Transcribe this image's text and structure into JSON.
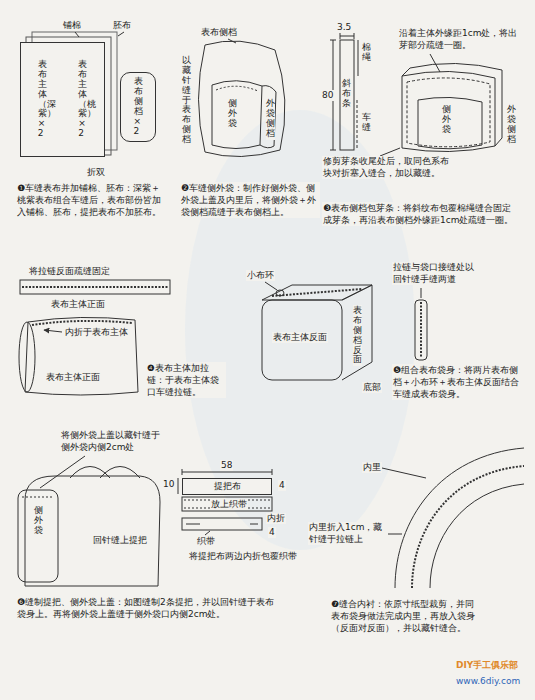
{
  "diagram": {
    "nodes": [
      {
        "text": [
          "表布主体（深紫）×2",
          "表布主体（桃紫）×2"
        ]
      },
      {
        "text": [
          "表布侧档×2"
        ]
      },
      {
        "text": [
          "提把布"
        ]
      }
    ],
    "labels": [
      "铺棉",
      "胚布",
      "折双",
      "❶车缝表布并加铺棉、胚布：深紫＋桃紫表布组合车缝后，表布部份皆加入铺棉、胚布，提把表布不加胚布。",
      "表布侧档",
      "以藏针缝于表布侧档",
      "侧外袋",
      "外袋侧档",
      "❷车缝侧外袋：制作好侧外袋、侧外袋上盖及内里后，将侧外袋＋外袋侧档疏缝于表布侧档上。",
      "3.5",
      "棉绳",
      "80",
      "斜布条",
      "车缝",
      "沿着主体外缘距1cm处，将出芽部分疏缝一圈。",
      "侧外袋",
      "外袋侧档",
      "修剪芽条收尾处后，取同色系布块对折塞入缝合，加以藏缝。",
      "❸表布侧档包芽条：将斜纹布包覆棉绳缝合固定成芽条，再沿表布侧档外缘距1cm处疏缝一圈。",
      "将拉链反面疏缝固定",
      "表布主体正面",
      "内折于表布主体",
      "表布主体正面",
      "❹表布主体加拉链：于表布主体袋口车缝拉链。",
      "拉链与袋口接缝处以回针缝手缝两道",
      "小布环",
      "表布主体反面",
      "表布侧档反面",
      "底部",
      "❺组合表布袋身：将两片表布侧档＋小布环＋表布主体反面结合车缝成表布袋身。",
      "将侧外袋上盖以藏针缝于侧外袋内侧2cm处",
      "侧外袋",
      "回针缝上提把",
      "58",
      "10",
      "4",
      "放上织带",
      "内折",
      "4",
      "织带",
      "将提把布两边内折包覆织带",
      "❻缝制提把、侧外袋上盖：如图缝制2条提把，并以回针缝于表布袋身上。再将侧外袋上盖缝于侧外袋口内侧2cm处。",
      "内里",
      "内里折入1cm，藏针缝于拉链上",
      "❼缝合内衬：依原寸纸型裁剪，并同表布袋身做法完成内里，再放入袋身（反面对反面），并以藏针缝合。",
      "DIY手工俱乐部",
      "www.6diy.com"
    ]
  }
}
